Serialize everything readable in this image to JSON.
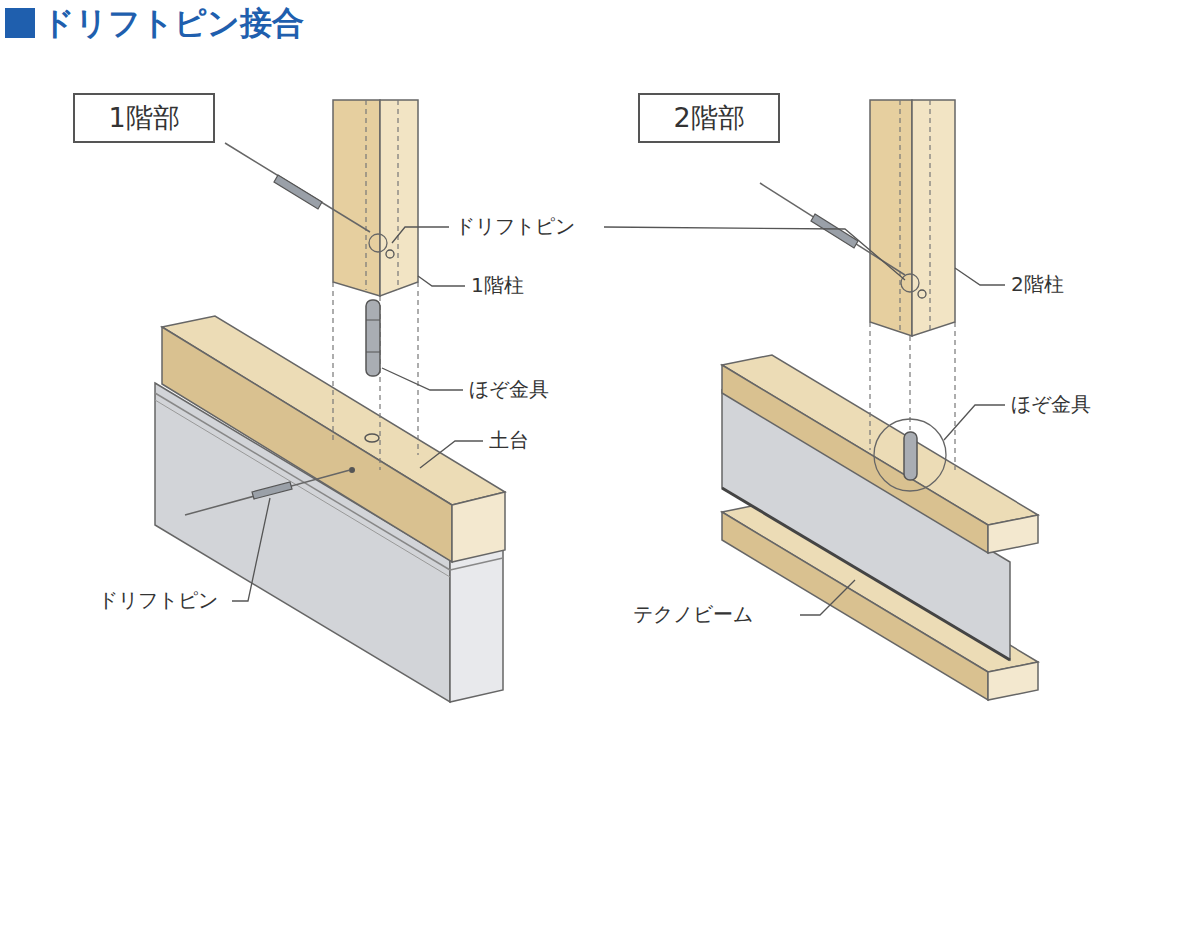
{
  "diagram": {
    "title": "ドリフトピン接合",
    "nodes": [
      {
        "text": [
          "1階部"
        ]
      },
      {
        "text": [
          "2階部"
        ]
      }
    ],
    "labels": [
      "ドリフトピン",
      "1階柱",
      "ほぞ金具",
      "土台",
      "ドリフトピン",
      "2階柱",
      "ほぞ金具",
      "テクノビーム"
    ]
  }
}
